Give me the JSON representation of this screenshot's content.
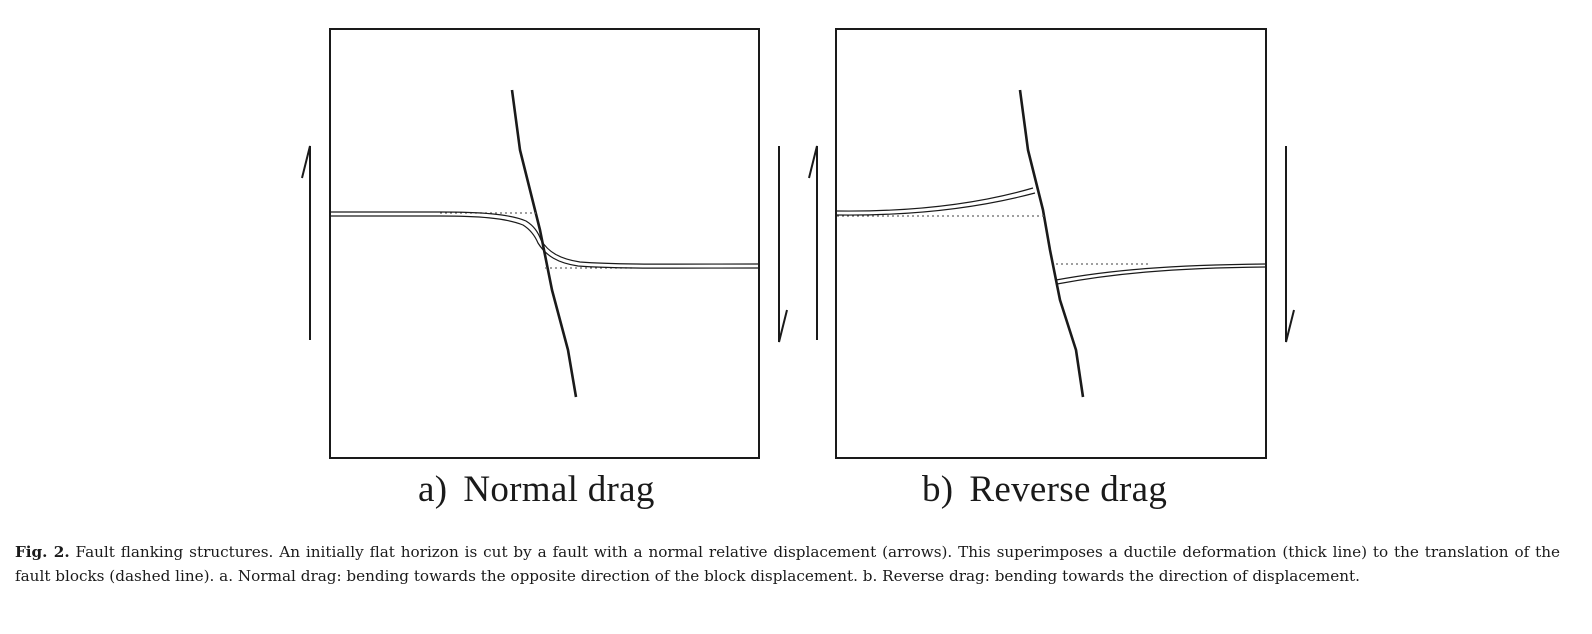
{
  "panels": [
    {
      "id": "a",
      "letter": "a)",
      "title": "Normal drag"
    },
    {
      "id": "b",
      "letter": "b)",
      "title": "Reverse drag"
    }
  ],
  "caption": {
    "figure_ref": "Fig. 2.",
    "text": " Fault flanking structures. An initially flat horizon is cut by a fault with a normal relative displacement (arrows). This superimposes a ductile deformation (thick line) to the translation of the fault blocks (dashed line). a. Normal drag: bending towards the opposite direction of the block displacement. b. Reverse drag: bending towards the direction of displacement."
  },
  "colors": {
    "ink": "#1a1a1a",
    "dashed": "#666666",
    "background": "#ffffff"
  }
}
